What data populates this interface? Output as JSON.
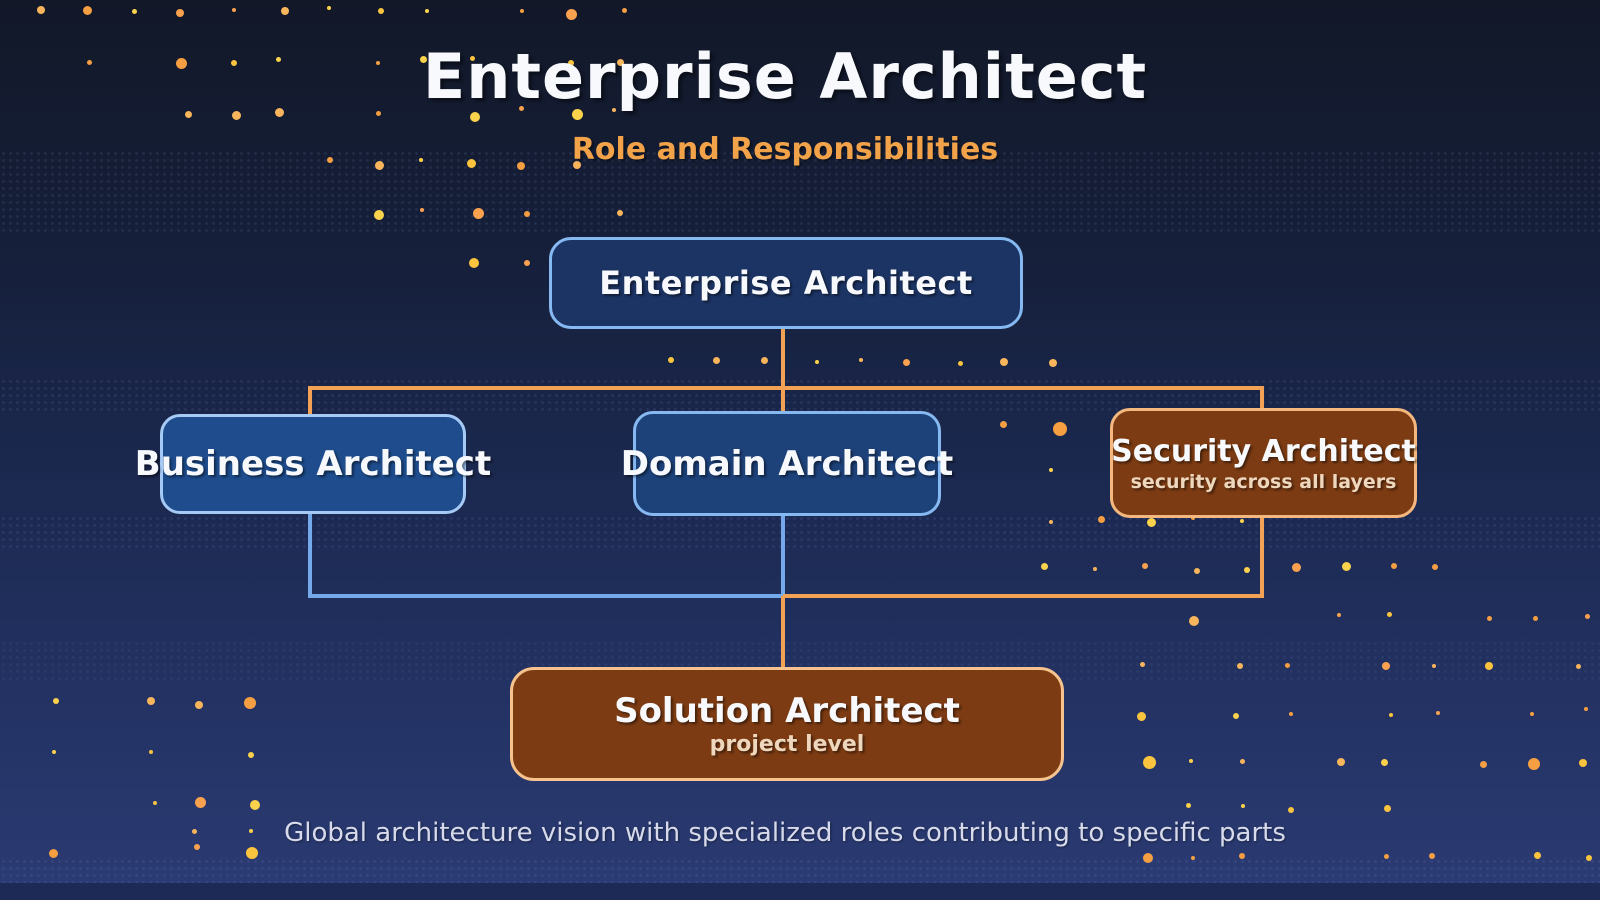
{
  "page": {
    "title": "Enterprise Architect",
    "subtitle": "Role and Responsibilities",
    "caption": "Global architecture vision with specialized roles contributing to specific parts"
  },
  "diagram": {
    "root": {
      "label": "Enterprise Architect"
    },
    "children": [
      {
        "label": "Business Architect"
      },
      {
        "label": "Domain Architect"
      },
      {
        "label": "Security Architect",
        "sublabel": "security across all layers"
      }
    ],
    "merged": {
      "label": "Solution Architect",
      "sublabel": "project level"
    }
  },
  "colors": {
    "background_top": "#121828",
    "background_bottom": "#2a3a72",
    "footer_bar": "#1e2a56",
    "blue_node_fill_dark": "#1c3464",
    "blue_node_fill": "#1e4c8c",
    "blue_node_fill_mid": "#1d4179",
    "blue_node_border": "#86b9f1",
    "brown_node_fill": "#7c3b13",
    "brown_node_border": "#f4b87f",
    "connector_orange": "#f2a155",
    "connector_blue": "#74aaec",
    "accent_orange": "#f2a34a",
    "title_text": "#f7f9fc",
    "sublabel_text": "#eed7bd",
    "caption_text": "#d6daea",
    "dot_palette": [
      "#f9a14e",
      "#fbc43e",
      "#f8b55c",
      "#fbd24b",
      "#f59e42"
    ]
  }
}
